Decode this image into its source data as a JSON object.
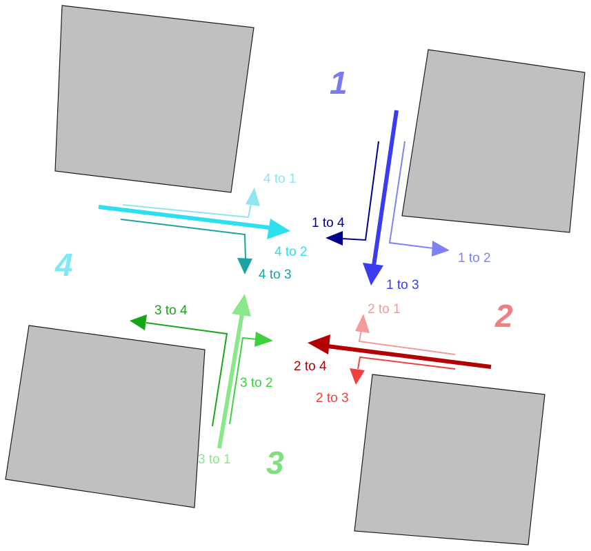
{
  "approaches": [
    {
      "number": "1",
      "color": "#7b7bf0"
    },
    {
      "number": "2",
      "color": "#f08080"
    },
    {
      "number": "3",
      "color": "#7fe07f"
    },
    {
      "number": "4",
      "color": "#7fe8f5"
    }
  ],
  "movements": {
    "m1_to_4": {
      "label": "1 to 4",
      "color": "#00008b"
    },
    "m1_to_3": {
      "label": "1 to 3",
      "color": "#3b3bf0"
    },
    "m1_to_2": {
      "label": "1 to 2",
      "color": "#8080f5"
    },
    "m2_to_1": {
      "label": "2 to 1",
      "color": "#f49a9a"
    },
    "m2_to_4": {
      "label": "2 to 4",
      "color": "#b30000"
    },
    "m2_to_3": {
      "label": "2 to 3",
      "color": "#f04040"
    },
    "m3_to_4": {
      "label": "3 to 4",
      "color": "#16a516"
    },
    "m3_to_1": {
      "label": "3 to 1",
      "color": "#8ae88a"
    },
    "m3_to_2": {
      "label": "3 to 2",
      "color": "#3ed03e"
    },
    "m4_to_1": {
      "label": "4 to 1",
      "color": "#8fe6f0"
    },
    "m4_to_2": {
      "label": "4 to 2",
      "color": "#2ee0ef"
    },
    "m4_to_3": {
      "label": "4 to 3",
      "color": "#1aa3a3"
    }
  }
}
